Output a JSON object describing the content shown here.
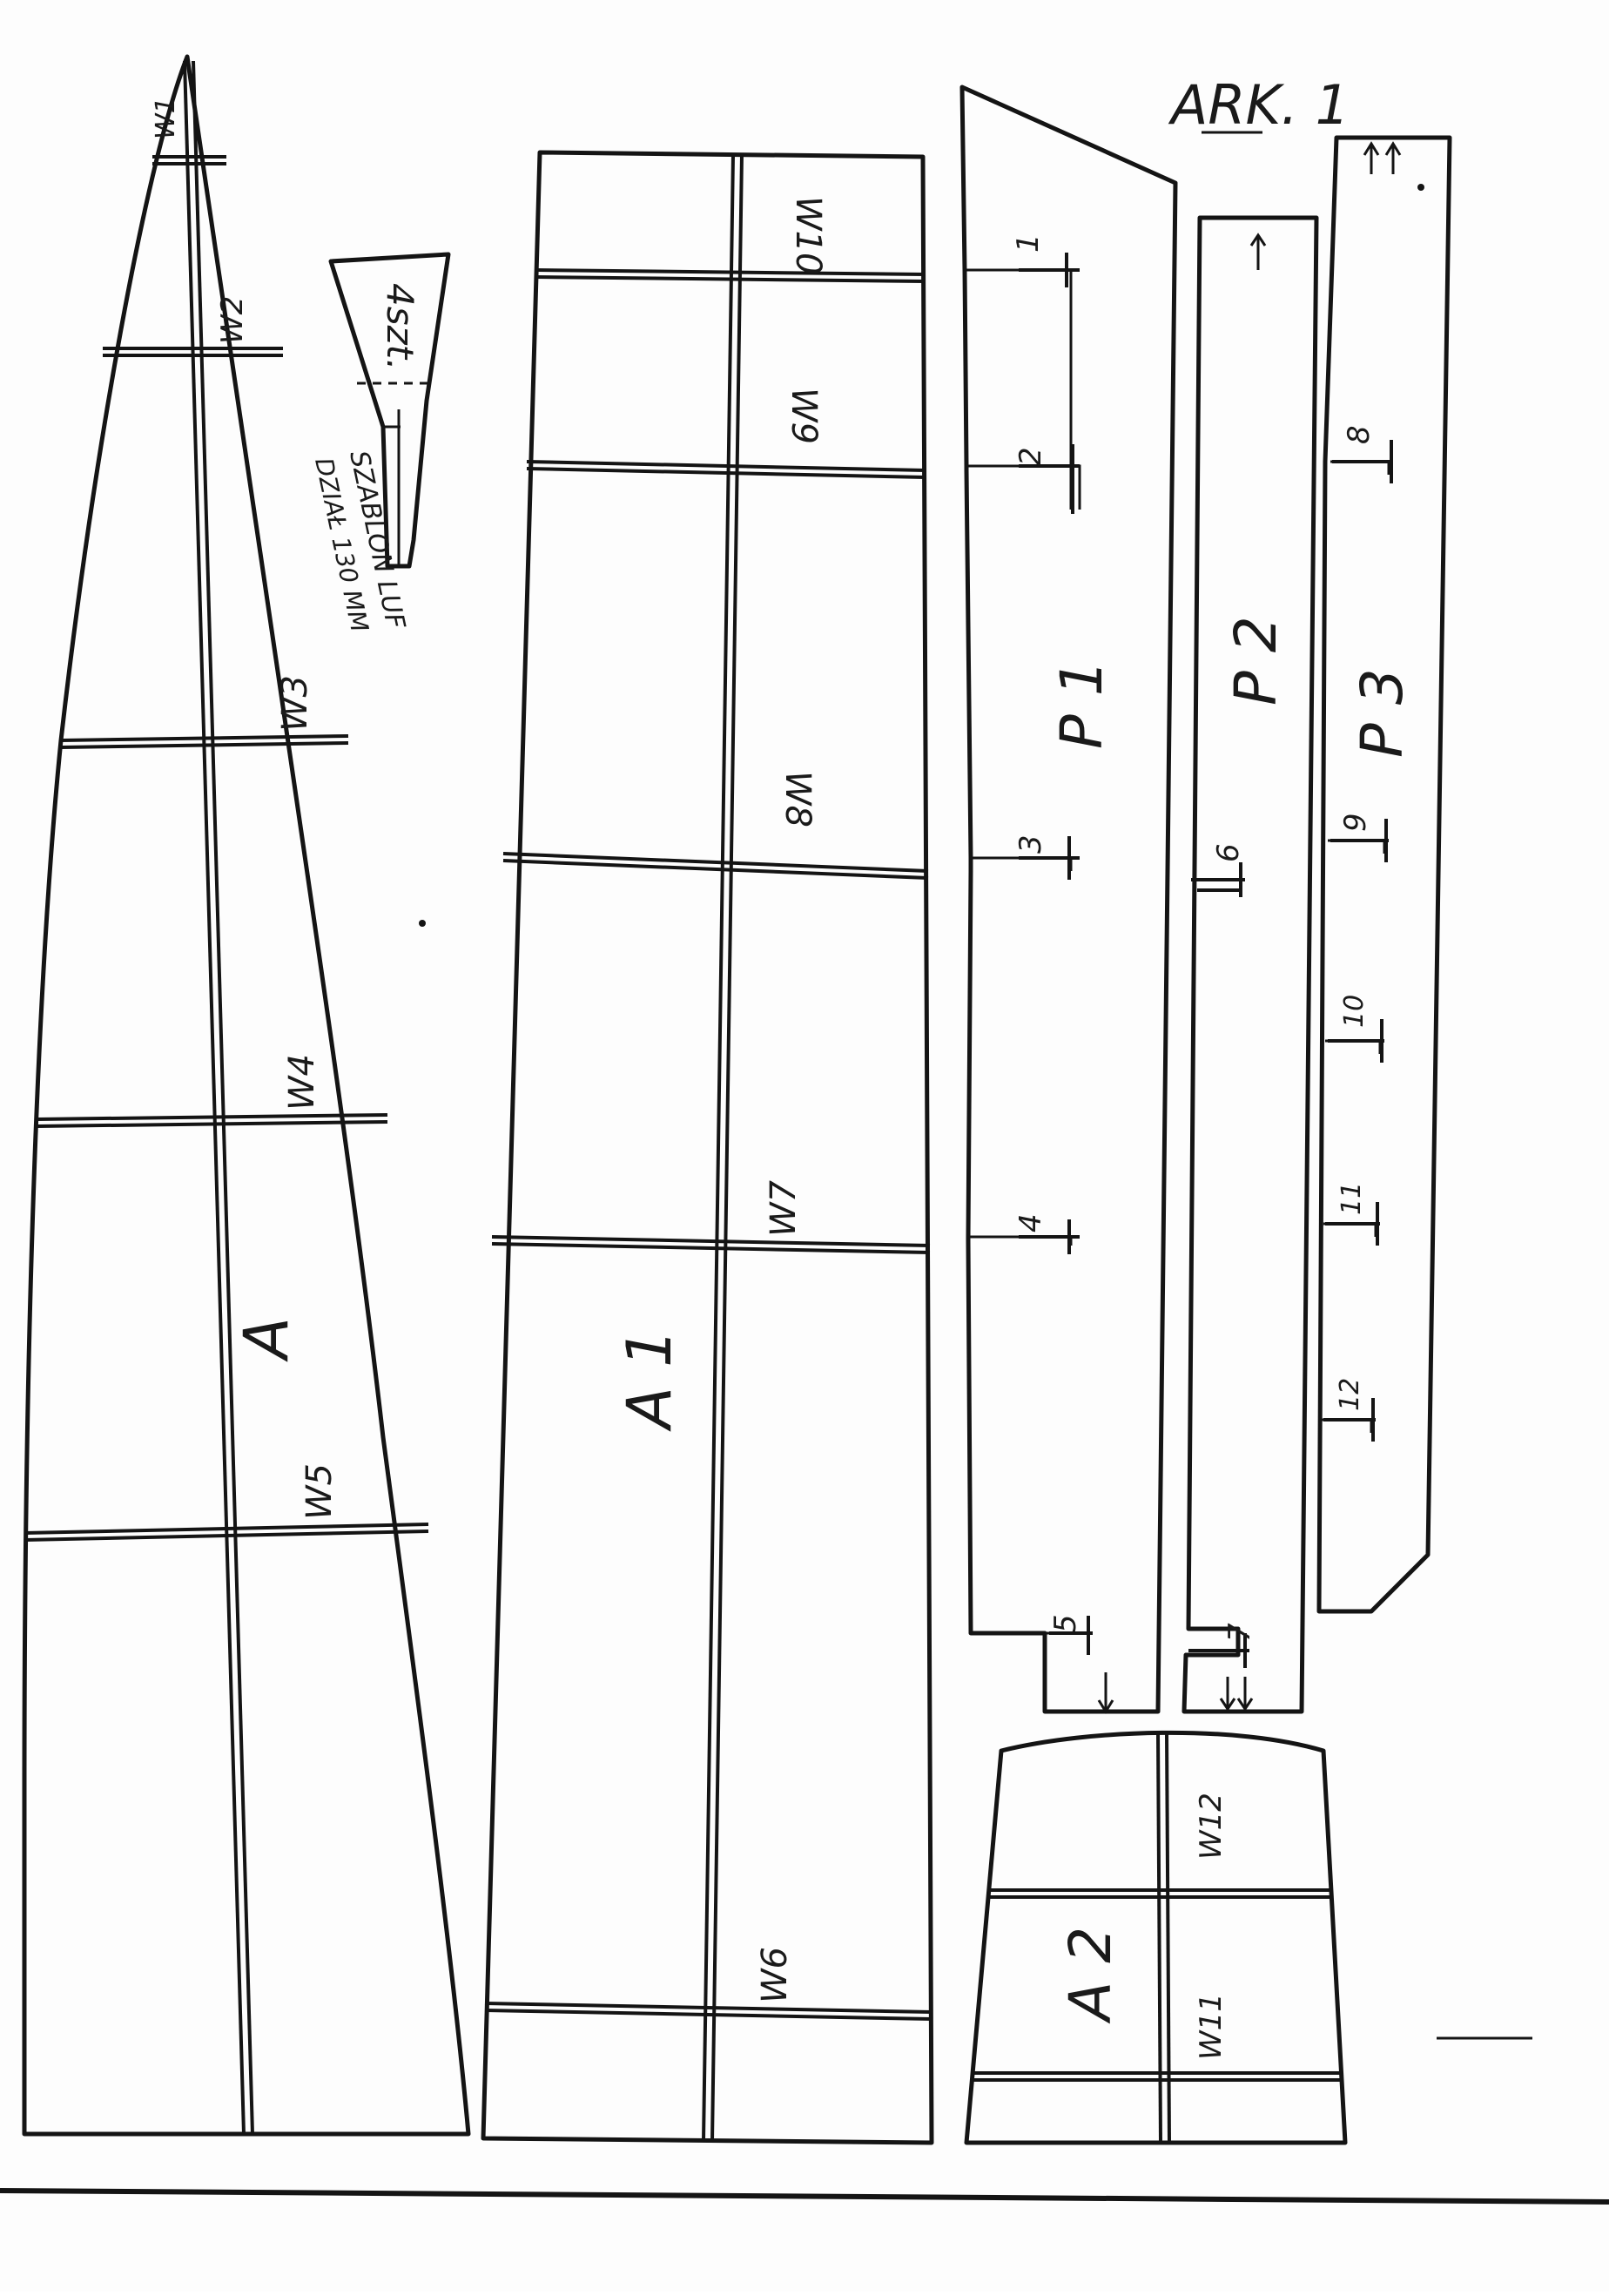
{
  "sheet": {
    "title": "ARK. 1",
    "template_note": {
      "count": "4szt.",
      "line1": "SZABLON LUF",
      "line2": "DZIAŁ 130 MM"
    }
  },
  "parts": {
    "A": {
      "label": "A",
      "ribs": [
        "W1",
        "W2",
        "W3",
        "W4",
        "W5"
      ]
    },
    "A1": {
      "label": "A 1",
      "ribs": [
        "W10",
        "W9",
        "W8",
        "W7",
        "W6"
      ]
    },
    "A2": {
      "label": "A 2",
      "ribs": [
        "W12",
        "W11"
      ]
    },
    "P1": {
      "label": "P 1",
      "marks": [
        "1",
        "2",
        "3",
        "4",
        "5"
      ]
    },
    "P2": {
      "label": "P 2",
      "marks": [
        "6",
        "7"
      ]
    },
    "P3": {
      "label": "P 3",
      "marks": [
        "8",
        "9",
        "10",
        "11",
        "12"
      ]
    }
  },
  "colors": {
    "ink": "#141414",
    "paper": "#fdfdfd"
  }
}
